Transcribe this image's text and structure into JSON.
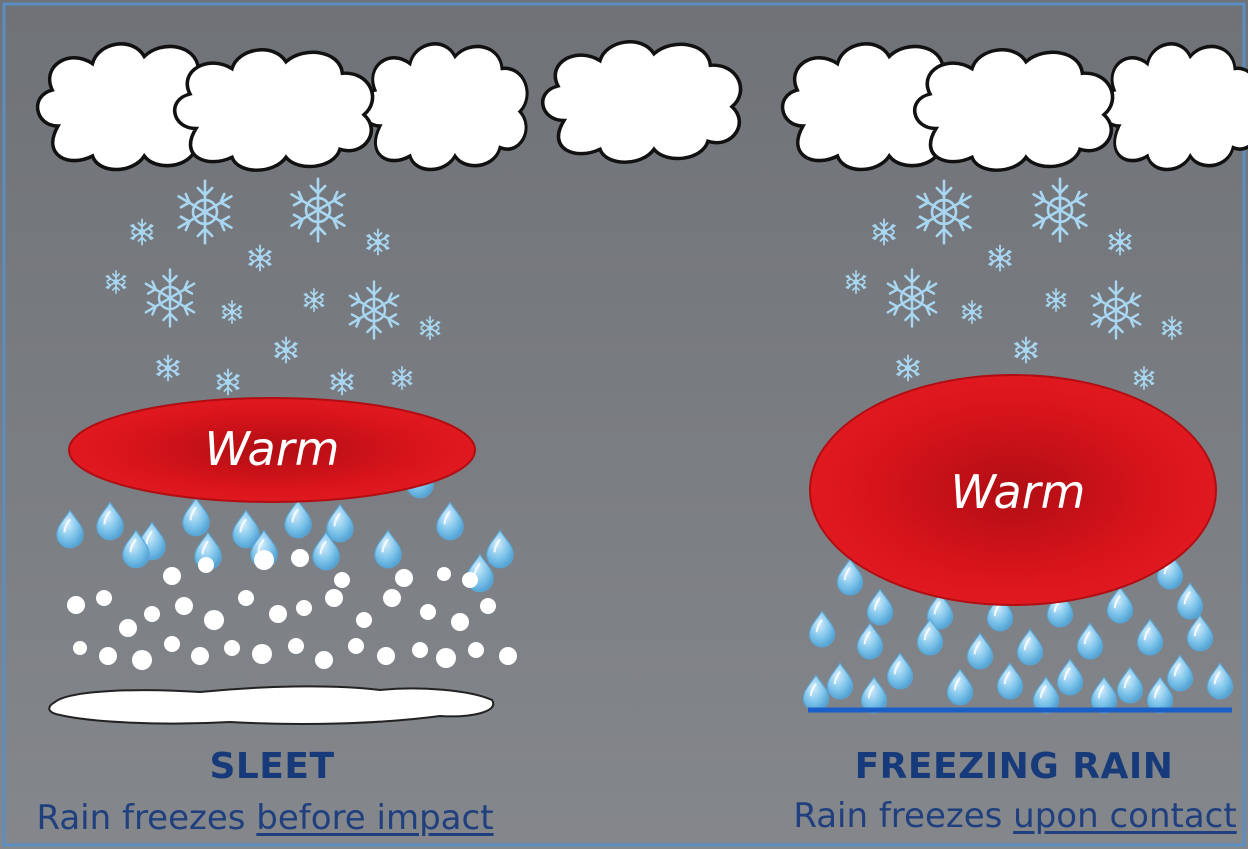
{
  "panels": [
    {
      "id": "sleet",
      "warm_label": "Warm",
      "title": "SLEET",
      "desc_prefix": "Rain freezes ",
      "desc_underlined": "before impact"
    },
    {
      "id": "freezing-rain",
      "warm_label": "Warm",
      "title": "FREEZING RAIN",
      "desc_prefix": "Rain freezes ",
      "desc_underlined": "upon contact"
    }
  ],
  "colors": {
    "background": "#7a7d82",
    "warm_layer": "#d9141b",
    "snowflake": "#a9d7f2",
    "raindrop": "#7cc3ea",
    "sleet_pellet": "#ffffff",
    "title_text": "#173a7a",
    "ground_line": "#1a5fc8"
  }
}
